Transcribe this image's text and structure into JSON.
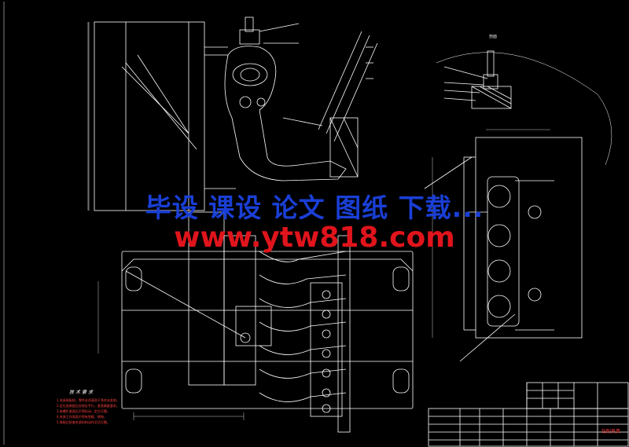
{
  "watermark": {
    "line1": "毕设 课设 论文 图纸 下载...",
    "line2": "www.ytw818.com",
    "line1_color": "#1a3fd6",
    "line2_color": "#e0141c"
  },
  "drawing": {
    "background": "#000000",
    "line_color": "#ffffff",
    "detail_label": "剖面",
    "notes_title": "技术要求",
    "notes": [
      "1.夹具装配前，零件必须清洗干净并去毛刺。",
      "2.定位面装配后应保证平行，垂直精度要求。",
      "3.各螺钉紧固后不得松动，定位可靠。",
      "4.夹具工作表面不得有划痕、锈蚀。",
      "5.装配后检查夹紧机构动作灵活可靠。"
    ],
    "title_block": {
      "name": "钻削夹具",
      "name_color": "#ff3b3b"
    }
  }
}
